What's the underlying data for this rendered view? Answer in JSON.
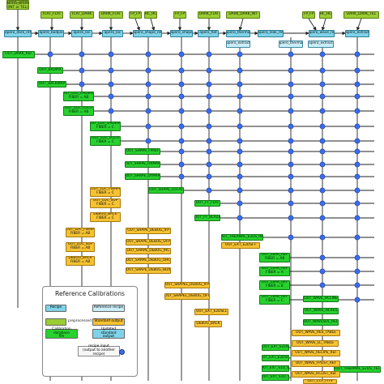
{
  "raw_inputs": [
    {
      "id": "dark_top",
      "text": "DARK_DARK\n(INT or TEL)"
    },
    {
      "id": "dark_int",
      "text": "DARK_DARK\n(INT or TEL)"
    },
    {
      "id": "flat_flat",
      "text": "FLAT_FLAT"
    },
    {
      "id": "flat_dark",
      "text": "FLAT_DARK"
    },
    {
      "id": "dark_flat",
      "text": "DARK_FLAT"
    },
    {
      "id": "fp_fp_a",
      "text": "FP_FP"
    },
    {
      "id": "hc_hc",
      "text": "HC_HC"
    },
    {
      "id": "fp_fp_b",
      "text": "FP_FP"
    },
    {
      "id": "dark_flat_b",
      "text": "DARK_FLAT"
    },
    {
      "id": "dark_dark_int",
      "text": "DARK_DARK_INT"
    },
    {
      "id": "fp_fp_c",
      "text": "FP_FP"
    },
    {
      "id": "hc_hc_b",
      "text": "HC_HC"
    },
    {
      "id": "dark_dark_tel",
      "text": "DARK_DARK_TEL"
    }
  ],
  "recipes": [
    {
      "id": "r_dark",
      "text": "apero_dark_ref"
    },
    {
      "id": "r_badpix",
      "text": "apero_badpix"
    },
    {
      "id": "r_loc",
      "text": "apero_loc"
    },
    {
      "id": "r_loc2",
      "text": "apero_loc"
    },
    {
      "id": "r_shape_master",
      "text": "apero_shape_ref"
    },
    {
      "id": "r_shape",
      "text": "apero_shape"
    },
    {
      "id": "r_flat",
      "text": "apero_flat"
    },
    {
      "id": "r_thermal1",
      "text": "apero_thermal"
    },
    {
      "id": "r_leak",
      "text": "apero_leak_ref"
    },
    {
      "id": "r_thermal2",
      "text": "apero_thermal"
    },
    {
      "id": "r_wave",
      "text": "apero_wave_ref"
    },
    {
      "id": "r_extract1",
      "text": "apero_extract"
    },
    {
      "id": "r_extract2",
      "text": "apero_extract"
    },
    {
      "id": "r_extract3",
      "text": "apero_extract"
    }
  ],
  "calibration_outputs": [
    {
      "id": "c_dark_ref",
      "text": "OUT_DARK_REF"
    },
    {
      "id": "c_badpix",
      "text": "OUT_BADPIX"
    },
    {
      "id": "c_backmap",
      "text": "OUT_BACKMAP"
    },
    {
      "id": "c_loc_orderp_ab",
      "text": "OUT_LOC_ORDERP\nFIBER = AB"
    },
    {
      "id": "c_loc_loco_ab",
      "text": "OUT_LOC_LOCO\nFIBER = AB"
    },
    {
      "id": "c_loc_orderp_c",
      "text": "OUT_LOC_ORDERP\nFIBER = C"
    },
    {
      "id": "c_loc_loco_c",
      "text": "OUT_LOC_LOCO\nFIBER = C"
    },
    {
      "id": "c_shape_fpref",
      "text": "OUT_SHAPE_FPREF"
    },
    {
      "id": "c_shape_dxmap",
      "text": "OUT_SHAPE_DXMAP"
    },
    {
      "id": "c_shape_dymap",
      "text": "OUT_SHAPE_DYMAP"
    },
    {
      "id": "c_shape_local",
      "text": "OUT_SHAPE_LOCAL"
    },
    {
      "id": "c_ff_flat",
      "text": "OUT_FF_FLAT"
    },
    {
      "id": "c_ff_blaze",
      "text": "OUT_FF_BLAZE"
    },
    {
      "id": "c_thermal",
      "text": "OUT_THERMAL_E2DS_INT"
    },
    {
      "id": "c_leak_ref1",
      "text": "OUT_LEAK_REF\nFIBER = AB"
    },
    {
      "id": "c_leak_ref2",
      "text": "OUT_LEAK_REF\nFIBER = A"
    },
    {
      "id": "c_leak_ref3",
      "text": "OUT_LEAK_REF\nFIBER = B"
    },
    {
      "id": "c_leak_ref4",
      "text": "OUT_LEAK_REF\nFIBER = C"
    },
    {
      "id": "c_wave_hcline",
      "text": "OUT_WAVE_HCLINE"
    },
    {
      "id": "c_wave_hcres",
      "text": "OUT_WAVE_HCRES"
    },
    {
      "id": "c_wave_final",
      "text": "OUT_WAVESOL_REF"
    },
    {
      "id": "c_ext_e2ds",
      "text": "OUT_EXT_E2DS"
    },
    {
      "id": "c_ext_e2dsff",
      "text": "OUT_EXT_E2DSFF"
    },
    {
      "id": "c_ext_s1d_w",
      "text": "OUT_EXT_S1D_W"
    },
    {
      "id": "c_ext_s1d_v",
      "text": "OUT_EXT_S1D_V"
    },
    {
      "id": "c_thermal_tel",
      "text": "OUT_THERMAL_E2DS_TEL"
    }
  ],
  "standard_outputs": [
    {
      "id": "s_loc_fwhm_ab",
      "text": "OUT_LOC_FWHM\nFIBER = AB"
    },
    {
      "id": "s_loc_sup_ab",
      "text": "OUT_LOC_SUP\nFIBER = AB"
    },
    {
      "id": "s_debug_back_ab",
      "text": "DEBUG_BACK\nFIBER = AB"
    },
    {
      "id": "s_loc_fwhm_c",
      "text": "OUT_LOC_FWHM\nFIBER = C"
    },
    {
      "id": "s_loc_sup_c",
      "text": "OUT_LOC_SUP\nFIBER = C"
    },
    {
      "id": "s_debug_back_c",
      "text": "DEBUG_BACK\nFIBER = C"
    },
    {
      "id": "s_shape_dbg_ifp",
      "text": "OUT_SHAPE_DEBUG_IFP"
    },
    {
      "id": "s_shape_dbg_ofp",
      "text": "OUT_SHAPE_DEBUG_OFP"
    },
    {
      "id": "s_shape_dbg_ihc",
      "text": "OUT_SHAPE_DEBUG_IHC"
    },
    {
      "id": "s_shape_dbg_ohc",
      "text": "OUT_SHAPE_DEBUG_OHC"
    },
    {
      "id": "s_shape_dbg_bdx",
      "text": "OUT_SHAPE_DEBUG_BDX"
    },
    {
      "id": "s_shapel_dbg_ifp",
      "text": "OUT_SHAPEL_DEBUG_IFP"
    },
    {
      "id": "s_shapel_dbg_ofp",
      "text": "OUT_SHAPEL_DEBUG_OFP"
    },
    {
      "id": "s_ext_e2dsll",
      "text": "OUT_EXT_E2DSLL"
    },
    {
      "id": "s_debug_back",
      "text": "DEBUG_BACK"
    },
    {
      "id": "s_thermal_fp",
      "text": "OUT_EXT_E2DSFF"
    },
    {
      "id": "s_wave_res",
      "text": "OUT_WAVE_RES_TABLE"
    },
    {
      "id": "s_wave_ll",
      "text": "OUT_WAVE_LL_TABLE"
    },
    {
      "id": "s_wave_recipe",
      "text": "OUT_WAVE_RECIPE_REF"
    },
    {
      "id": "s_wave_fpline",
      "text": "OUT_WAVE_FPLIST_REF"
    },
    {
      "id": "s_wave_hclist",
      "text": "OUT_WAVE_HCLIST_REF"
    },
    {
      "id": "s_ccf_fits",
      "text": "OUT_CCF_FITS"
    }
  ],
  "legend": {
    "title": "Reference Calibrations",
    "items": [
      {
        "kind": "recipe",
        "swatch_text": "Recipe",
        "label": ""
      },
      {
        "kind": "recout",
        "swatch_text": "Reference recipe",
        "label": ""
      },
      {
        "kind": "raw",
        "swatch_text": "",
        "label": "preprocessed file"
      },
      {
        "kind": "std",
        "swatch_text": "Standard output",
        "label": ""
      },
      {
        "kind": "calib",
        "swatch_text": "Calibration database\nfile",
        "label": ""
      },
      {
        "kind": "recipe",
        "swatch_text": "Updated standard\noutput",
        "label": ""
      }
    ],
    "input_label": "recipe input\n(output to another recipe)"
  },
  "colors": {
    "raw": "#9acd32",
    "recipe": "#7fd3e8",
    "recout": "#c9eef8",
    "calib": "#27d12e",
    "std": "#f6c232",
    "dot": "#3a6cf0",
    "line": "#222222"
  }
}
